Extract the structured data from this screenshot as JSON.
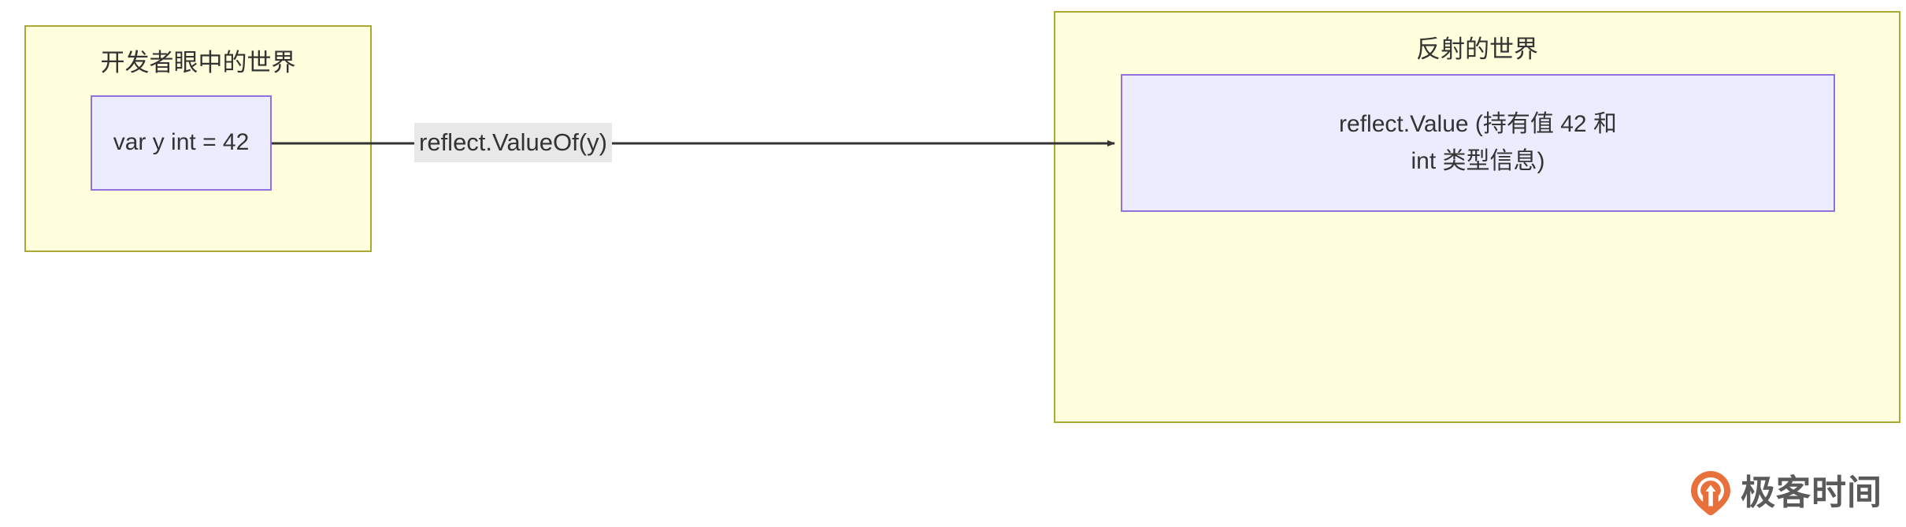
{
  "diagram": {
    "type": "flowchart",
    "direction": "left-to-right",
    "clusters": [
      {
        "id": "developer-world",
        "title": "开发者眼中的世界",
        "fill_color": "#ffffde",
        "border_color": "#aaaa33"
      },
      {
        "id": "reflection-world",
        "title": "反射的世界",
        "fill_color": "#ffffde",
        "border_color": "#aaaa33"
      }
    ],
    "nodes": [
      {
        "id": "var-y",
        "label": "var y int = 42",
        "fill_color": "#ececff",
        "border_color": "#9370db"
      },
      {
        "id": "reflect-value",
        "label_line1": "reflect.Value (持有值 42 和",
        "label_line2": "int 类型信息)",
        "fill_color": "#ececff",
        "border_color": "#9370db"
      }
    ],
    "edges": [
      {
        "id": "valueof",
        "from": "var-y",
        "to": "reflect-value",
        "label": "reflect.ValueOf(y)",
        "label_background": "#e8e8e8",
        "line_color": "#333333",
        "arrowhead": "filled-triangle"
      }
    ]
  },
  "watermark": {
    "brand_text": "极客时间",
    "mark_color": "#e8703a",
    "text_color": "#5a5a5a",
    "icon": "geektime-pin-logo"
  }
}
